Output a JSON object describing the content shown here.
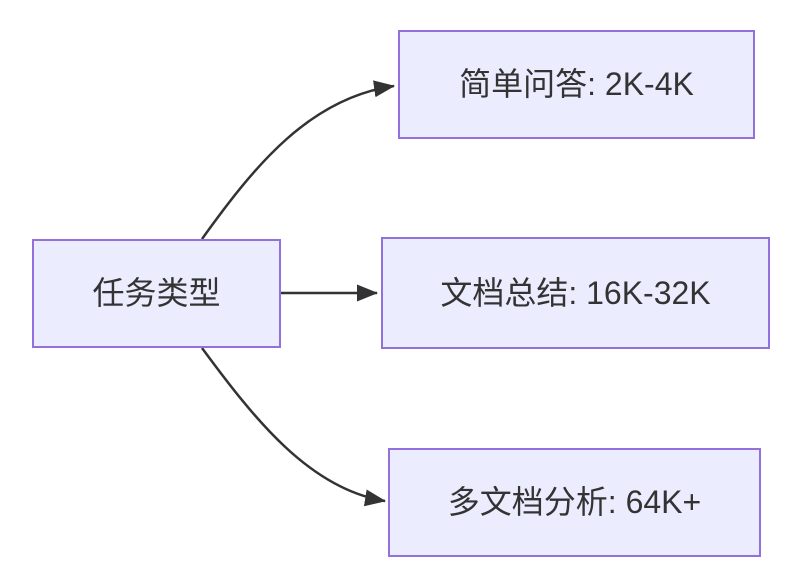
{
  "diagram": {
    "type": "flowchart-left-to-right",
    "background_color": "#FFFFFF",
    "colors": {
      "node_fill": "#ECECFF",
      "node_border": "#9370DB",
      "edge": "#333333",
      "text": "#333333"
    },
    "root": {
      "id": "task-type",
      "label": "任务类型"
    },
    "children": [
      {
        "id": "simple-qa",
        "label": "简单问答: 2K-4K"
      },
      {
        "id": "doc-summary",
        "label": "文档总结: 16K-32K"
      },
      {
        "id": "multi-doc",
        "label": "多文档分析: 64K+"
      }
    ],
    "edges": [
      {
        "from": "任务类型",
        "to": "简单问答: 2K-4K",
        "arrow": "filled-triangle"
      },
      {
        "from": "任务类型",
        "to": "文档总结: 16K-32K",
        "arrow": "filled-triangle"
      },
      {
        "from": "任务类型",
        "to": "多文档分析: 64K+",
        "arrow": "filled-triangle"
      }
    ]
  }
}
